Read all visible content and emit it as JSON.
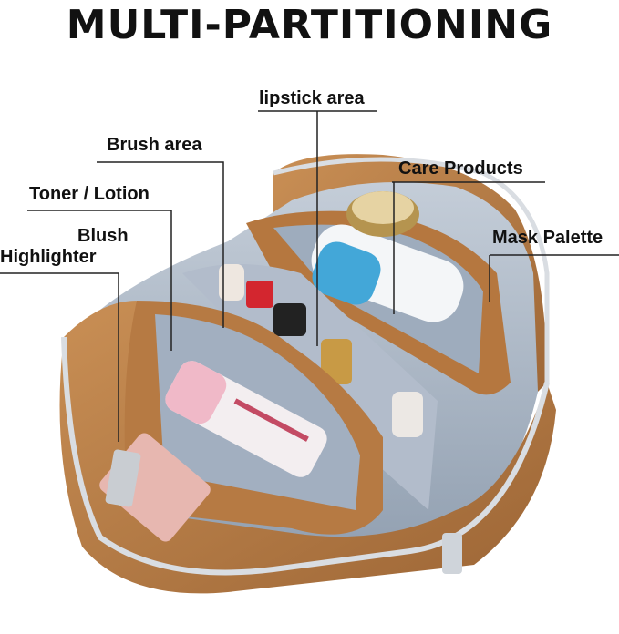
{
  "title": "MULTI-PARTITIONING",
  "labels": {
    "lipstick": "lipstick area",
    "brush": "Brush area",
    "care": "Care Products",
    "toner": "Toner / Lotion",
    "mask": "Mask Palette",
    "blush": "Blush",
    "highlighter": "Highlighter"
  },
  "colors": {
    "leather": "#b27a45",
    "lining": "#aeb9c7",
    "zipper": "#d9dde2"
  }
}
